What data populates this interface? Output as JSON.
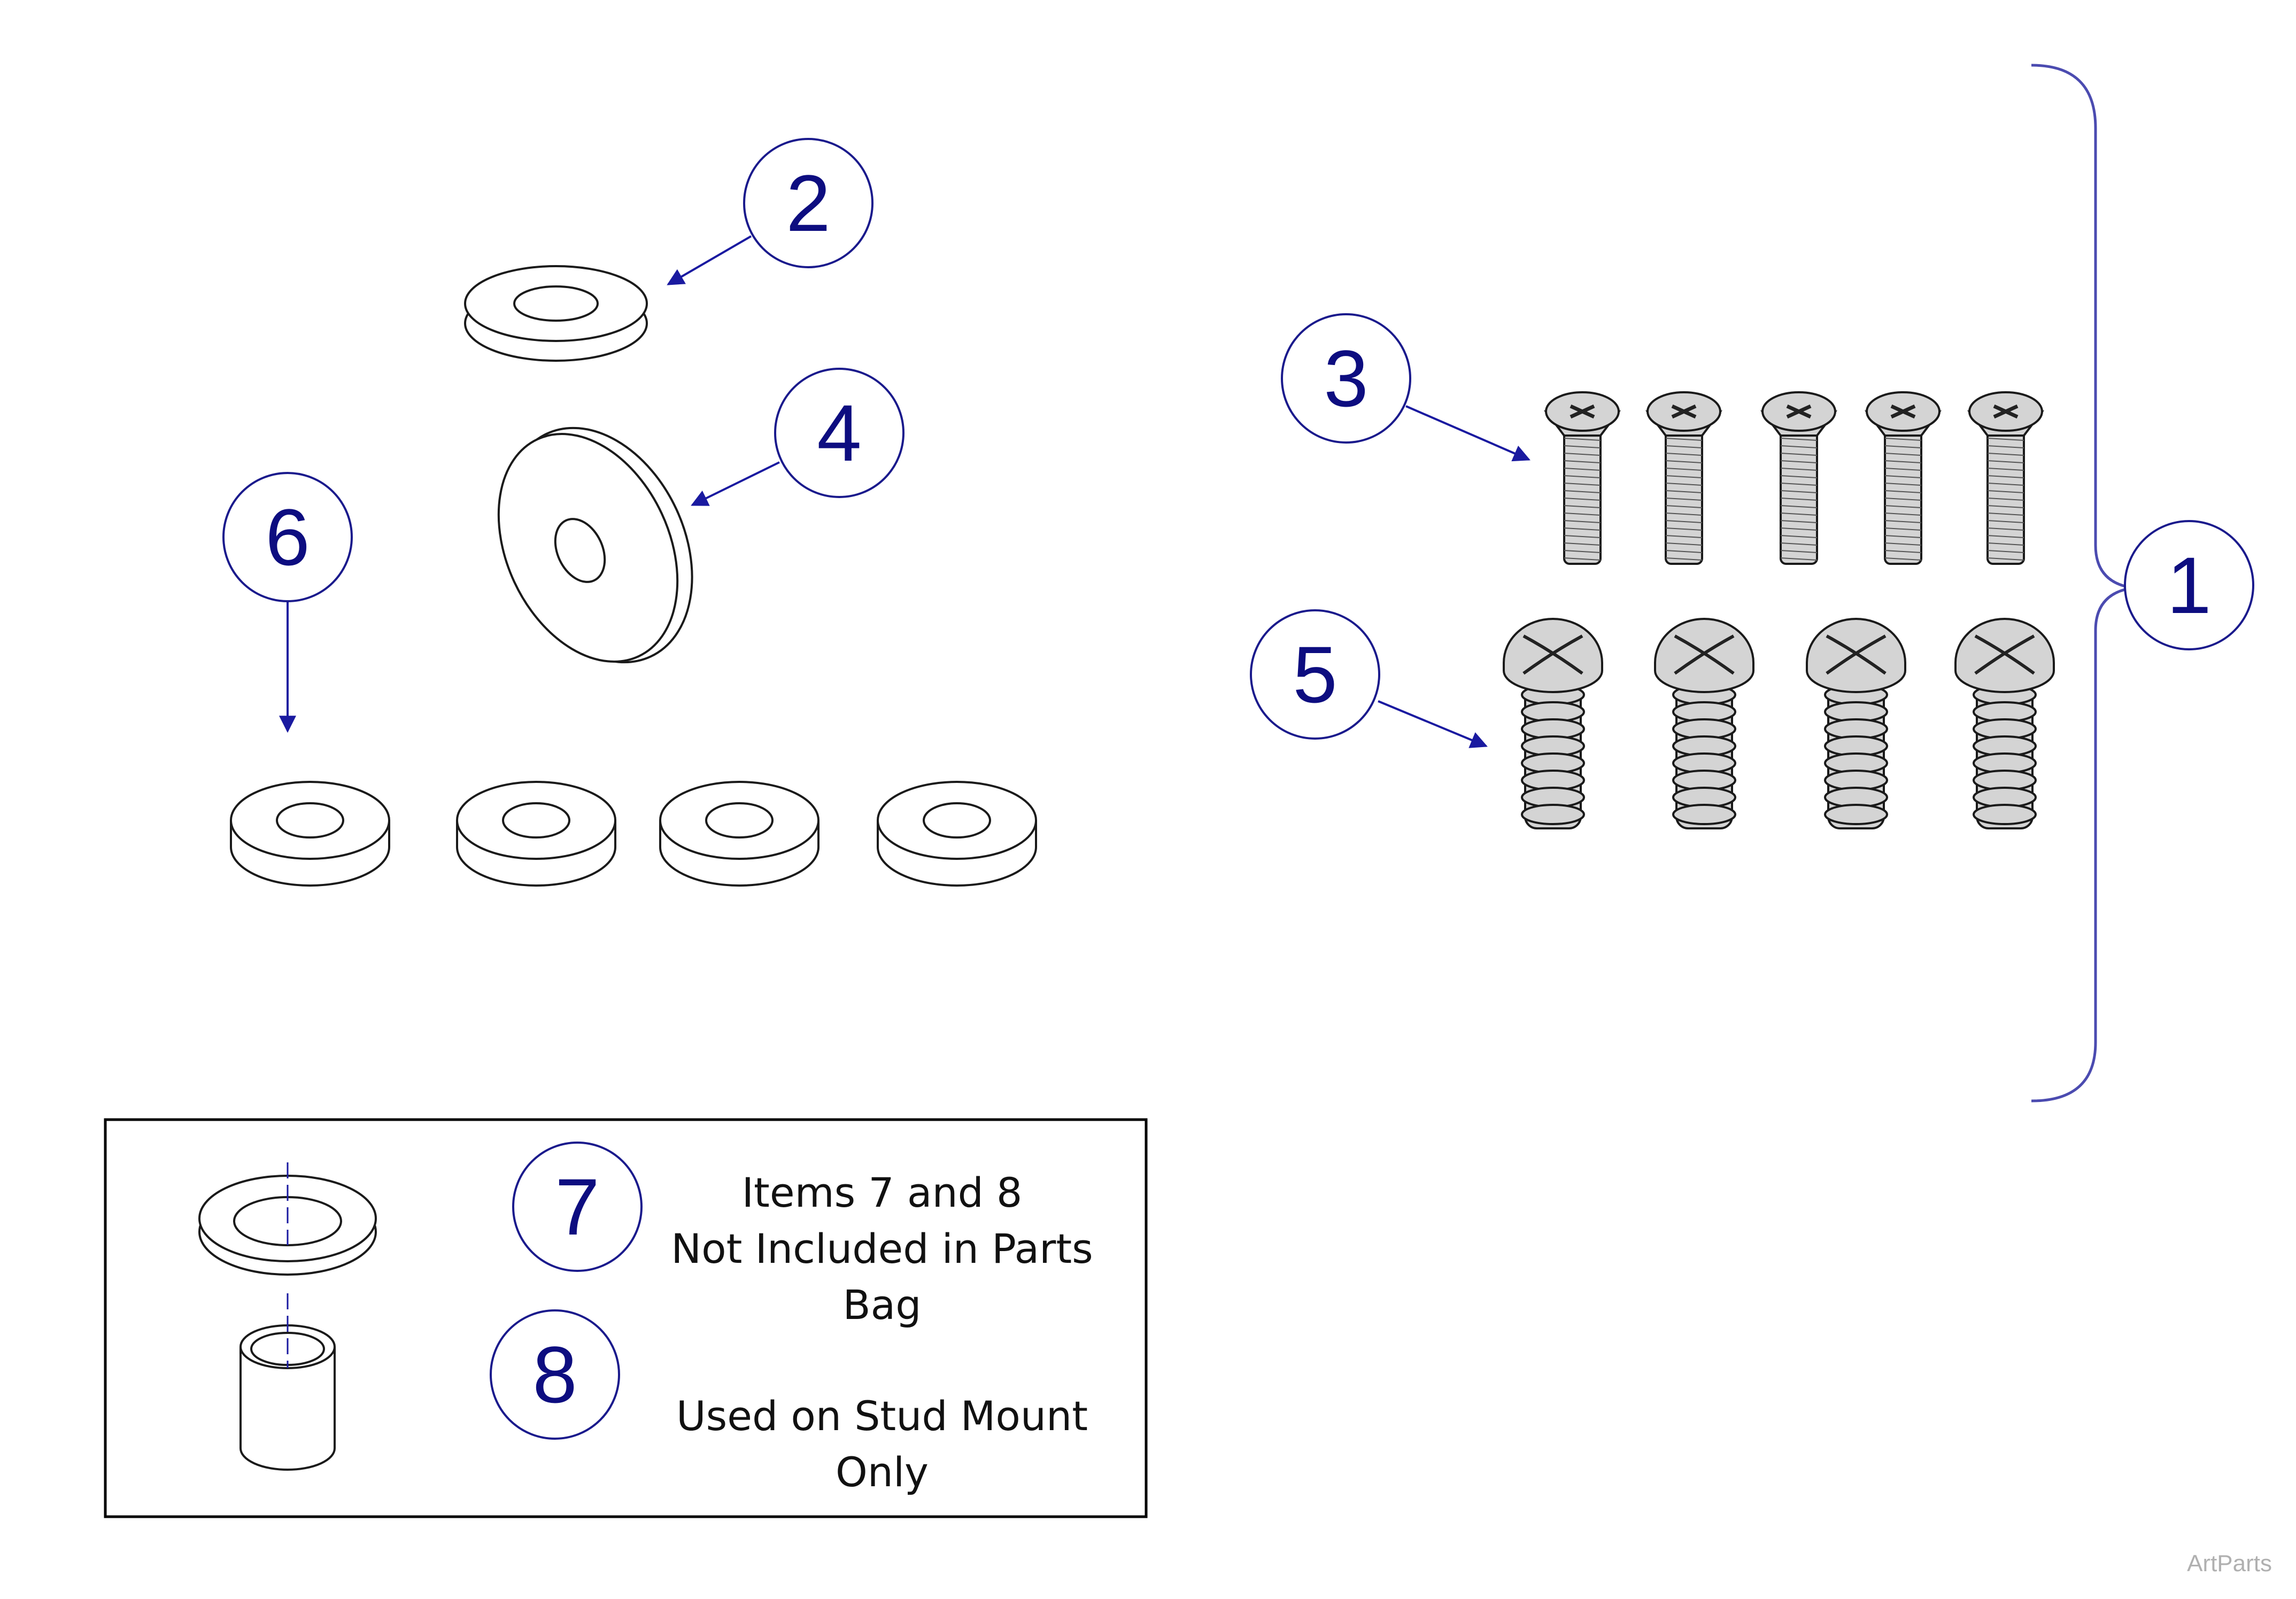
{
  "callouts": {
    "c1": "1",
    "c2": "2",
    "c3": "3",
    "c4": "4",
    "c5": "5",
    "c6": "6",
    "c7": "7",
    "c8": "8"
  },
  "note": {
    "line1": "Items 7 and 8",
    "line2": "Not Included in Parts",
    "line3": "Bag",
    "line4": "Used on Stud Mount",
    "line5": "Only"
  },
  "watermark": "ArtParts",
  "colors": {
    "callout": "#0d0d80",
    "bracket": "#4b4bb0",
    "screw_fill": "#d4d4d4"
  }
}
